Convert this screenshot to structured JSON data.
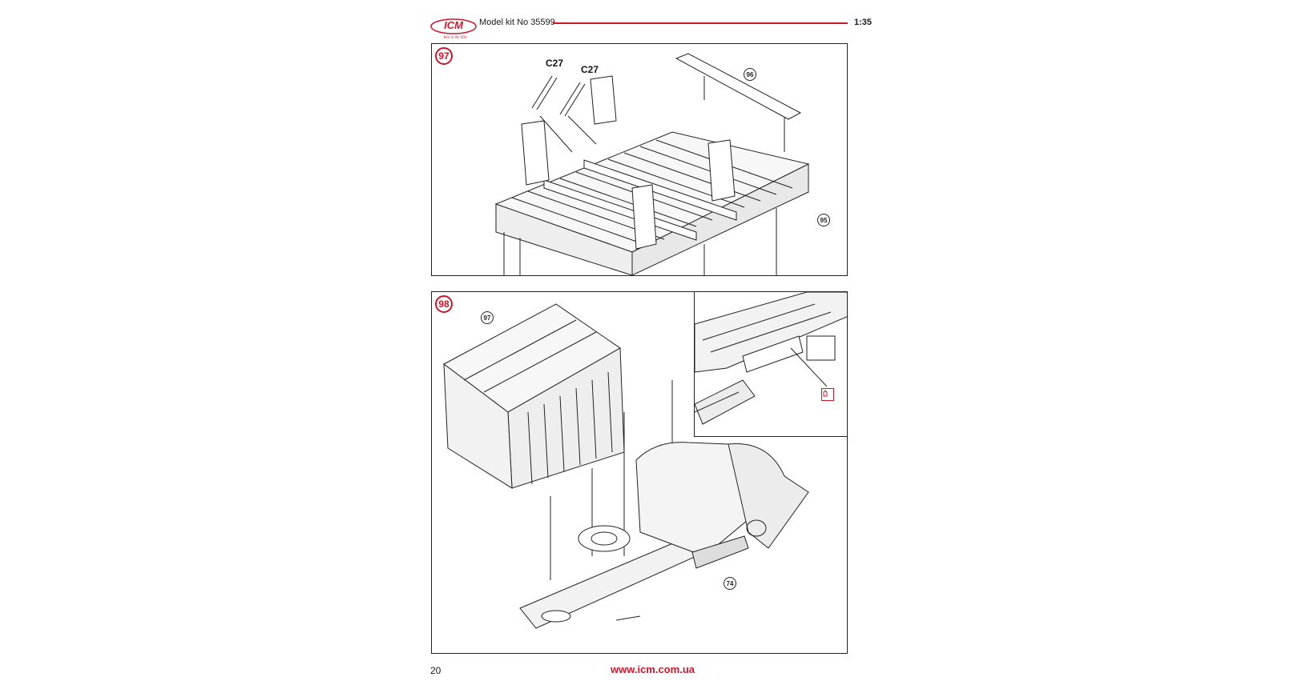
{
  "header": {
    "brand": "ICM",
    "tagline": "Win in the Hill",
    "title": "Model kit No 35599",
    "scale": "1:35"
  },
  "step97": {
    "number": "97",
    "refs": [
      "96",
      "95"
    ],
    "part_labels": [
      "C27",
      "C27"
    ]
  },
  "step98": {
    "number": "98",
    "refs": [
      "97",
      "74"
    ],
    "inset_cement_symbol": "glue-icon"
  },
  "footer": {
    "page_number": "20",
    "url": "www.icm.com.ua"
  },
  "colors": {
    "accent": "#c8182b",
    "line": "#222222",
    "fill": "#f2f2f2"
  }
}
